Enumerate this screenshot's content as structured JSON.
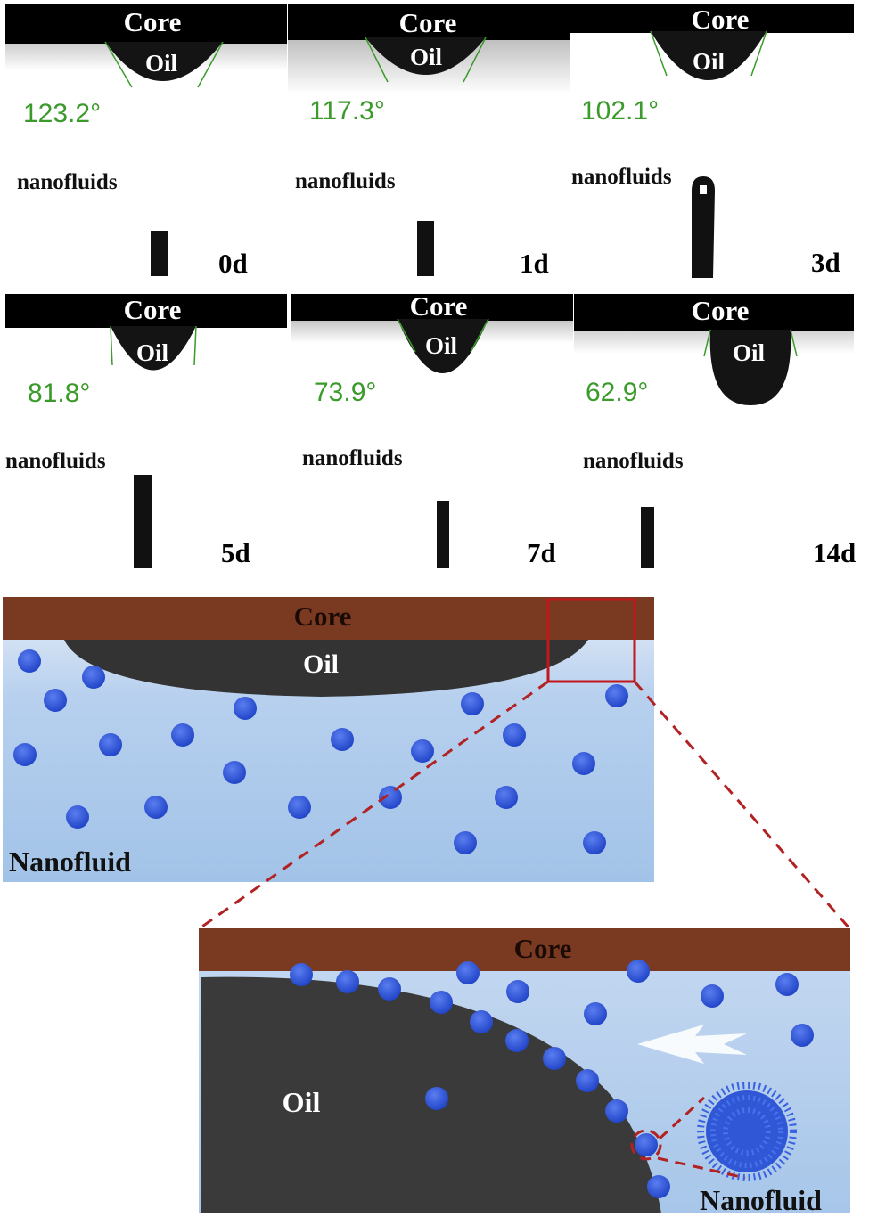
{
  "colors": {
    "core_band": "#000000",
    "oil": "#111111",
    "angle_text": "#3a9a2a",
    "core_brown": "#7a3a22",
    "fluid_light": "#dbe6f6",
    "fluid_mid": "#a8c8ec",
    "particle": "#2d55d9",
    "dash": "#b22222",
    "diagram_oil": "#3b3b3b"
  },
  "panels": [
    {
      "core": "Core",
      "oil": "Oil",
      "angle": "123.2°",
      "label": "nanofluids",
      "day": "0d"
    },
    {
      "core": "Core",
      "oil": "Oil",
      "angle": "117.3°",
      "label": "nanofluids",
      "day": "1d"
    },
    {
      "core": "Core",
      "oil": "Oil",
      "angle": "102.1°",
      "label": "nanofluids",
      "day": "3d"
    },
    {
      "core": "Core",
      "oil": "Oil",
      "angle": "81.8°",
      "label": "nanofluids",
      "day": "5d"
    },
    {
      "core": "Core",
      "oil": "Oil",
      "angle": "73.9°",
      "label": "nanofluids",
      "day": "7d"
    },
    {
      "core": "Core",
      "oil": "Oil",
      "angle": "62.9°",
      "label": "nanofluids",
      "day": "14d"
    }
  ],
  "schematic": {
    "core": "Core",
    "oil": "Oil",
    "fluid": "Nanofluid"
  },
  "zoom": {
    "core": "Core",
    "oil": "Oil",
    "fluid": "Nanofluid"
  }
}
